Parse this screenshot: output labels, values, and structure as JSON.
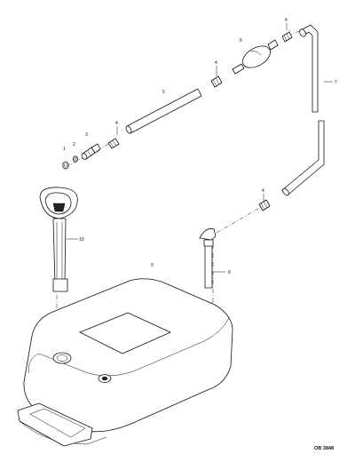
{
  "callouts": {
    "c1": "1",
    "c2": "2",
    "c3": "3",
    "c4a": "4",
    "c4b": "4",
    "c4c": "4",
    "c4d": "4",
    "c5": "5",
    "c6": "6",
    "c7": "7",
    "c8": "8",
    "c9": "9",
    "c10": "10"
  },
  "drawing_code": "OB 3848"
}
